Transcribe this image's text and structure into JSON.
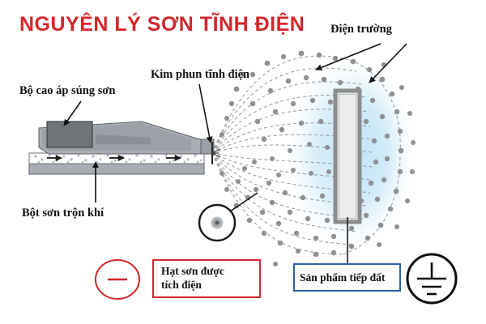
{
  "title": "NGUYÊN LÝ SƠN TĨNH ĐIỆN",
  "colors": {
    "title_red": "#d3262a",
    "legend_red_border": "#d3262a",
    "legend_blue_border": "#2e5fab",
    "field_cloud_blue": "#cfe9f7",
    "particle_gray": "#8f9194",
    "gun_gray": "#a7adb3",
    "gun_dark_gray": "#6e7478",
    "panel_gray": "#e3e3e3",
    "panel_border_gray": "#8b8d8f",
    "background": "#ffffff",
    "text_black": "#111111"
  },
  "labels": {
    "high_voltage_unit": "Bộ cao áp súng sơn",
    "electrostatic_needle": "Kim phun tĩnh điện",
    "electric_field": "Điện trường",
    "powder_air_mix": "Bột sơn trộn khí"
  },
  "legend": {
    "charged_particle": {
      "text": "Hạt sơn được\ntích điện",
      "symbol": "minus-circle-icon",
      "border_color": "#d3262a"
    },
    "grounded_product": {
      "text": "Sản phẩm tiếp đất",
      "symbol": "earth-ground-icon",
      "border_color": "#2e5fab"
    }
  },
  "diagram": {
    "spray_gun": {
      "name": "electrostatic-spray-gun",
      "body_color": "#a7adb3",
      "hv_block_color": "#6e7478",
      "flow_arrows": 3
    },
    "field_lines": {
      "name": "electric-field-lines",
      "count": 16,
      "style": "dashed",
      "color": "#9aa0a6"
    },
    "product_panel": {
      "name": "grounded-product-panel",
      "fill": "#e3e3e3",
      "border": "#8b8d8f"
    },
    "magnifier": {
      "name": "particle-magnifier-circle",
      "shows": "single charged paint particle"
    }
  }
}
